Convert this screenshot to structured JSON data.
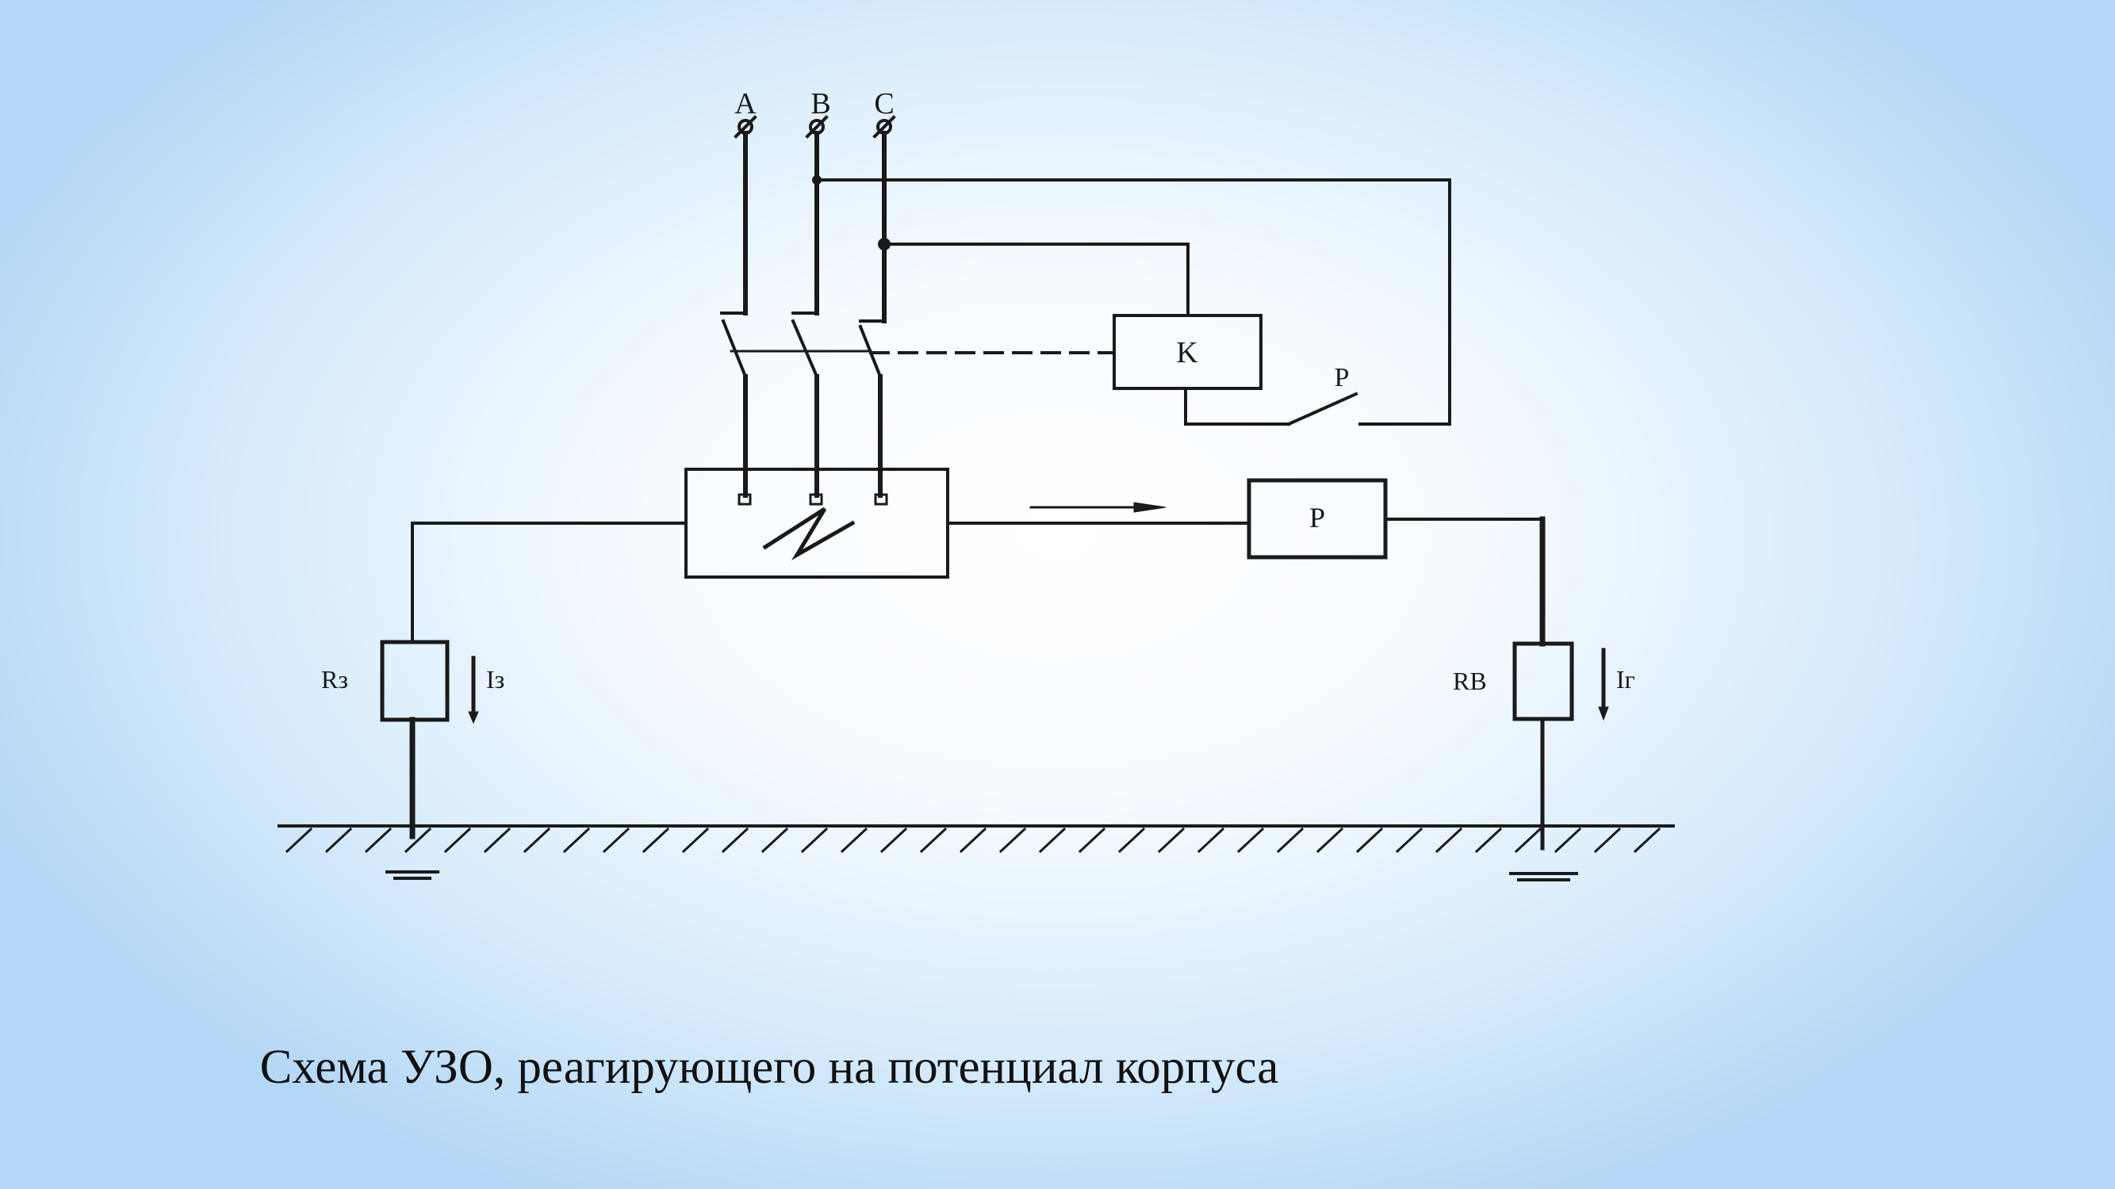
{
  "caption": "Схема УЗО, реагирующего на потенциал корпуса",
  "labels": {
    "phase_a": "A",
    "phase_b": "B",
    "phase_c": "C",
    "contactor": "K",
    "relay_box": "P",
    "relay_contact": "P",
    "resistor_ground": "Rз",
    "current_ground": "Iз",
    "resistor_aux": "RB",
    "current_aux": "Iг"
  },
  "colors": {
    "line": "#1a1a1a",
    "background_center": "#ffffff",
    "background_edge": "#b3d7f6"
  }
}
